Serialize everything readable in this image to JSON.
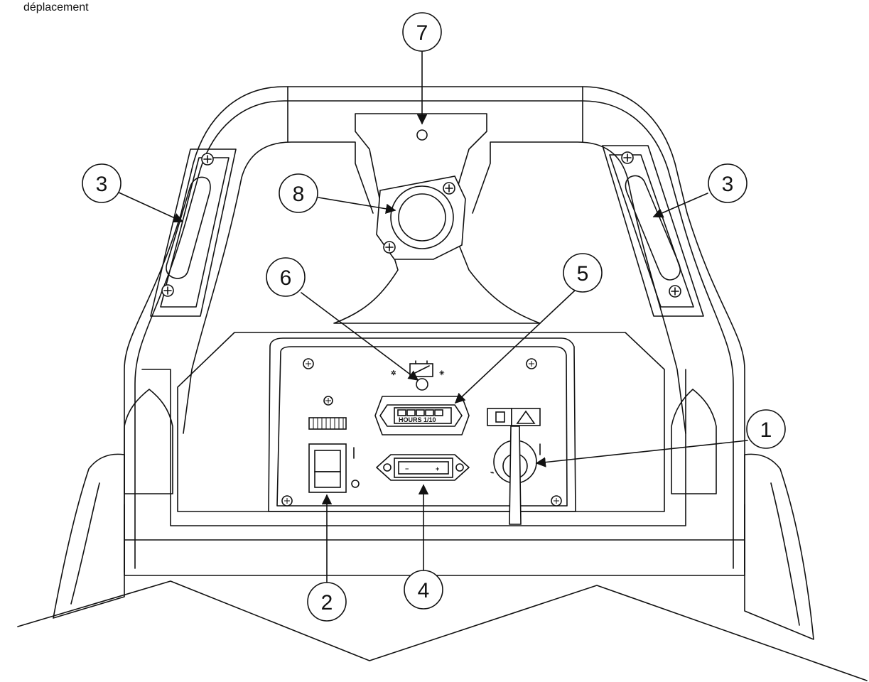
{
  "caption": "déplacement",
  "callouts": {
    "c1": "1",
    "c2": "2",
    "c3a": "3",
    "c3b": "3",
    "c4": "4",
    "c5": "5",
    "c6": "6",
    "c7": "7",
    "c8": "8"
  },
  "hour_meter": {
    "label": "HOURS 1/10"
  },
  "charge_indicator": {
    "minus": "−",
    "plus": "+"
  }
}
